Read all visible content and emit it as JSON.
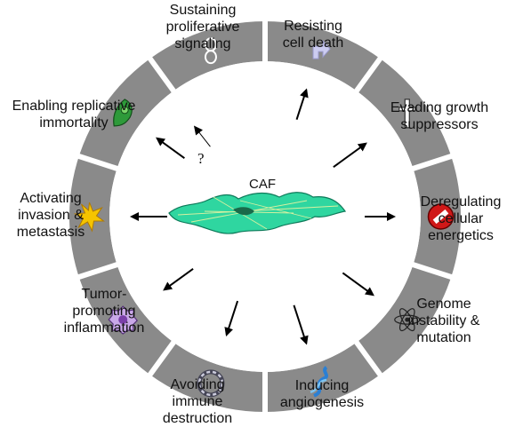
{
  "center": {
    "label": "CAF",
    "question_mark": "?"
  },
  "colors": {
    "ring": "#8a8a8a",
    "divider": "#ffffff",
    "center_fill": "#ffffff",
    "caf_cell": "#2fd6a0",
    "arrow": "#000000"
  },
  "hallmarks": [
    {
      "label": "Sustaining\nproliferative\nsignaling",
      "icon": "bent-arrow-icon"
    },
    {
      "label": "Resisting\ncell death",
      "icon": "cross-icon"
    },
    {
      "label": "Evading growth\nsuppressors",
      "icon": "prohibition-icon"
    },
    {
      "label": "Deregulating\ncellular\nenergetics",
      "icon": "atom-icon"
    },
    {
      "label": "Genome\ninstability &\nmutation",
      "icon": "dna-helix-icon"
    },
    {
      "label": "Inducing\nangiogenesis",
      "icon": "vessel-ring-icon"
    },
    {
      "label": "Avoiding\nimmune\ndestruction",
      "icon": "immune-cell-icon"
    },
    {
      "label": "Tumor-\npromoting\ninflammation",
      "icon": "starburst-icon"
    },
    {
      "label": "Activating\ninvasion &\nmetastasis",
      "icon": "invasive-cell-icon"
    },
    {
      "label": "Enabling replicative\nimmortality",
      "icon": "infinity-icon"
    }
  ]
}
